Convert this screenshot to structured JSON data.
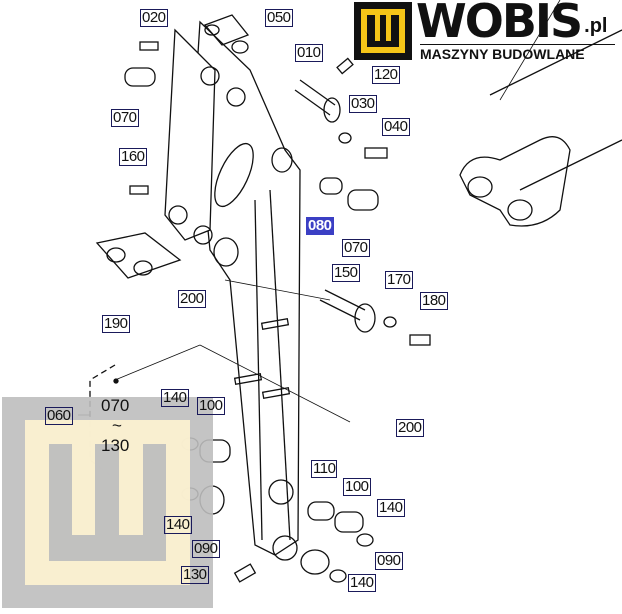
{
  "brand": {
    "name": "WOBIS",
    "domain_suffix": ".pl",
    "tagline": "MASZYNY BUDOWLANE",
    "colors": {
      "yellow": "#f5c518",
      "black": "#111111"
    }
  },
  "watermark": {
    "icon": "wobis-w-logo",
    "colors": {
      "gray": "#bebebe",
      "cream": "#fff4d2"
    }
  },
  "highlight_color": "#3b3fc4",
  "part_labels": {
    "p020": "020",
    "p050": "050",
    "p010": "010",
    "p120": "120",
    "p070a": "070",
    "p030": "030",
    "p040": "040",
    "p160": "160",
    "p080": "080",
    "p070b": "070",
    "p150": "150",
    "p170": "170",
    "p180": "180",
    "p200a": "200",
    "p190": "190",
    "p060": "060",
    "p140a": "140",
    "p100a": "100",
    "p200b": "200",
    "p110": "110",
    "p100b": "100",
    "p140b": "140",
    "p140c": "140",
    "p090a": "090",
    "p090b": "090",
    "p130": "130",
    "p140d": "140"
  },
  "range_note": {
    "from": "070",
    "tilde": "~",
    "to": "130"
  }
}
